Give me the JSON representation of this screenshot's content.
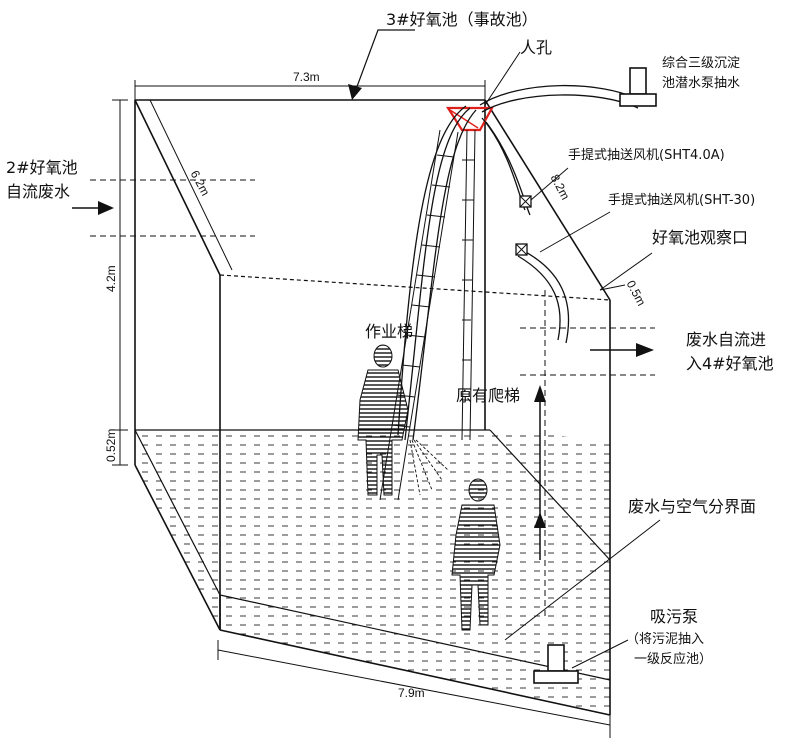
{
  "labels": {
    "title": "3#好氧池（事故池）",
    "manhole": "人孔",
    "pump_top_line1": "综合三级沉淀",
    "pump_top_line2": "池潜水泵抽水",
    "fan1": "手提式抽送风机(SHT4.0A)",
    "fan2": "手提式抽送风机(SHT-30)",
    "observation_port": "好氧池观察口",
    "inflow_line1": "2#好氧池",
    "inflow_line2": "自流废水",
    "outflow_line1": "废水自流进",
    "outflow_line2": "入4#好氧池",
    "work_ladder": "作业梯",
    "original_ladder": "原有爬梯",
    "interface": "废水与空气分界面",
    "sludge_pump": "吸污泵",
    "sludge_pump_note1": "（将污泥抽入",
    "sludge_pump_note2": "一级反应池）"
  },
  "dimensions": {
    "top_length": "7.3m",
    "top_width": "6.2m",
    "height_upper": "4.2m",
    "height_lower": "0.52m",
    "bottom_length": "7.9m",
    "hose_length": "8.2m",
    "port_offset": "0.5m"
  },
  "colors": {
    "line": "#111111",
    "highlight": "#e0201b",
    "figure": "#1a1a1a"
  }
}
